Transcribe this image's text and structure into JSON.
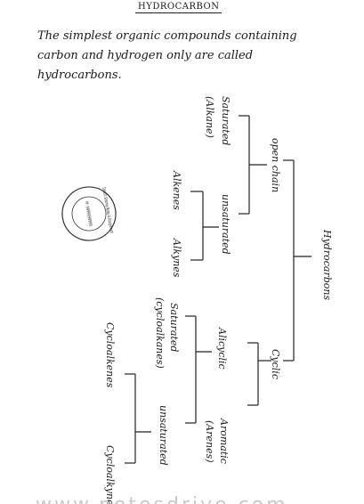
{
  "heading": "HYDROCARBON",
  "intro": {
    "line1": "The simplest organic compounds containing",
    "line2": "carbon and hydrogen only are called",
    "line3": "hydrocarbons."
  },
  "tree": {
    "root": "Hydrocarbons",
    "open_chain": "open chain",
    "cyclic": "Cyclic",
    "saturated_alkane": [
      "Saturated",
      "(Alkane)"
    ],
    "unsaturated": "unsaturated",
    "alkenes": "Alkenes",
    "alkynes": "Alkynes",
    "alicyclic": "Alicyclic",
    "aromatic": [
      "Aromatic",
      "(Arenes)"
    ],
    "saturated_cycloalkanes": [
      "Saturated",
      "(cycloalkanes)"
    ],
    "unsaturated_cyclic": "unsaturated",
    "cycloalkenes": "Cycloalkenes",
    "cycloalkynes": "Cycloalkynes"
  },
  "stamp": {
    "line1": "Dinesh Sharma Notes & Assignment",
    "line2": "M: 9999999999"
  },
  "watermark": "www.notesdrive.com"
}
